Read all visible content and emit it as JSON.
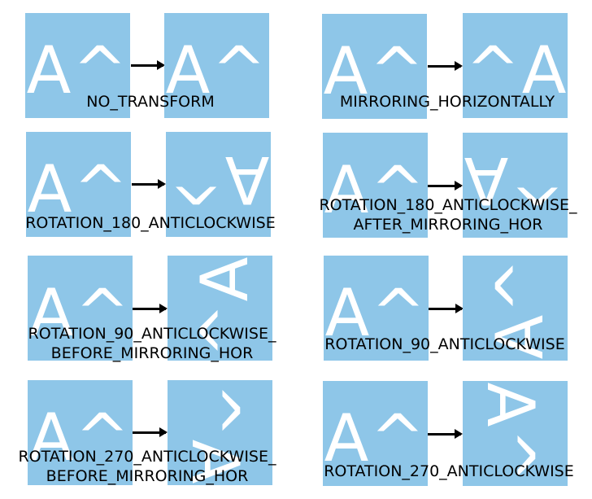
{
  "glyph_text": "A^",
  "panels": [
    {
      "id": "no-transform",
      "label_lines": [
        "NO_TRANSFORM"
      ]
    },
    {
      "id": "mirroring-horizontally",
      "label_lines": [
        "MIRRORING_HORIZONTALLY"
      ]
    },
    {
      "id": "rotation-180-anticlockwise",
      "label_lines": [
        "ROTATION_180_ANTICLOCKWISE"
      ]
    },
    {
      "id": "rotation-180-anticlockwise-after-mirroring-hor",
      "label_lines": [
        "ROTATION_180_ANTICLOCKWISE_",
        "AFTER_MIRRORING_HOR"
      ]
    },
    {
      "id": "rotation-90-anticlockwise-before-mirroring-hor",
      "label_lines": [
        "ROTATION_90_ANTICLOCKWISE_",
        "BEFORE_MIRRORING_HOR"
      ]
    },
    {
      "id": "rotation-90-anticlockwise",
      "label_lines": [
        "ROTATION_90_ANTICLOCKWISE"
      ]
    },
    {
      "id": "rotation-270-anticlockwise-before-mirroring-hor",
      "label_lines": [
        "ROTATION_270_ANTICLOCKWISE_",
        "BEFORE_MIRRORING_HOR"
      ]
    },
    {
      "id": "rotation-270-anticlockwise",
      "label_lines": [
        "ROTATION_270_ANTICLOCKWISE"
      ]
    }
  ],
  "colors": {
    "tile": "#8ec6e8",
    "glyph": "#ffffff",
    "arrow": "#000000",
    "text": "#000000"
  }
}
